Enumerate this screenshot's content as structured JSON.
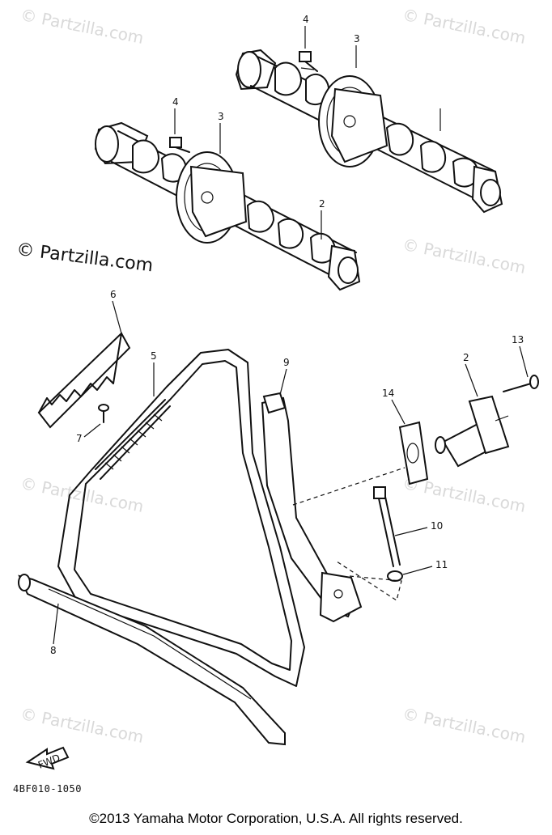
{
  "watermark": {
    "text": "© Partzilla.com",
    "color": "#d9d9d9"
  },
  "callouts": [
    {
      "id": "4a",
      "label": "4"
    },
    {
      "id": "3a",
      "label": "3"
    },
    {
      "id": "4b",
      "label": "4"
    },
    {
      "id": "3b",
      "label": "3"
    },
    {
      "id": "2a",
      "label": "2"
    },
    {
      "id": "6",
      "label": "6"
    },
    {
      "id": "5",
      "label": "5"
    },
    {
      "id": "7",
      "label": "7"
    },
    {
      "id": "9",
      "label": "9"
    },
    {
      "id": "14",
      "label": "14"
    },
    {
      "id": "2b",
      "label": "2"
    },
    {
      "id": "13",
      "label": "13"
    },
    {
      "id": "10",
      "label": "10"
    },
    {
      "id": "11",
      "label": "11"
    },
    {
      "id": "8",
      "label": "8"
    }
  ],
  "fwd_label": "FWD",
  "diagram_code": "4BF010-1050",
  "copyright": "©2013  Yamaha Motor Corporation, U.S.A. All rights reserved."
}
